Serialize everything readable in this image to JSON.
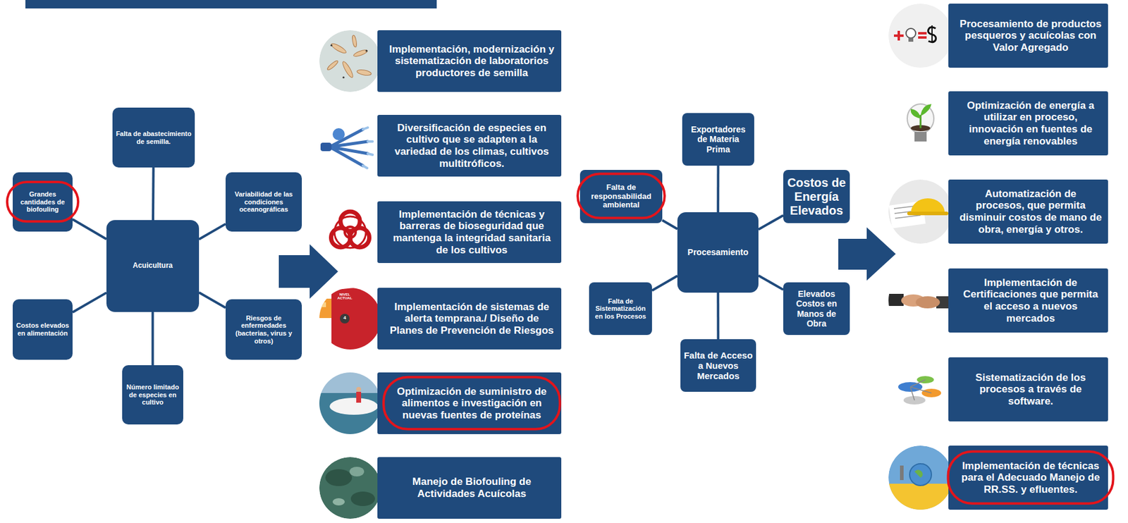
{
  "diagram": {
    "nodes": [
      {
        "text": [
          "Acuicultura"
        ]
      },
      {
        "text": [
          "Falta de abastecimiento de semilla."
        ]
      },
      {
        "text": [
          "Variabilidad de las condiciones oceanográficas"
        ]
      },
      {
        "text": [
          "Riesgos de enfermedades (bacterias, virus y otros)"
        ]
      },
      {
        "text": [
          "Número limitado de especies en cultivo"
        ]
      },
      {
        "text": [
          "Costos elevados en alimentación"
        ]
      },
      {
        "text": [
          "Grandes cantidades de biofouling"
        ]
      },
      {
        "text": [
          "Implementación, modernización y sistematización de laboratorios productores de semilla"
        ]
      },
      {
        "text": [
          "Diversificación de especies en cultivo que se adapten a la variedad de los climas, cultivos multitróficos."
        ]
      },
      {
        "text": [
          "Implementación de técnicas y barreras de bioseguridad que mantenga la integridad sanitaria de los cultivos"
        ]
      },
      {
        "text": [
          "Implementación de sistemas de alerta temprana./ Diseño de Planes de Prevención de Riesgos"
        ]
      },
      {
        "text": [
          "Optimización de suministro de alimentos e investigación en nuevas fuentes de proteínas"
        ]
      },
      {
        "text": [
          "Manejo de Biofouling de Actividades Acuícolas"
        ]
      },
      {
        "text": [
          "Procesamiento"
        ]
      },
      {
        "text": [
          "Exportadores de Materia Prima"
        ]
      },
      {
        "text": [
          "Costos de Energía Elevados"
        ]
      },
      {
        "text": [
          "Elevados Costos en Manos de Obra"
        ]
      },
      {
        "text": [
          "Falta de Acceso a Nuevos Mercados"
        ]
      },
      {
        "text": [
          "Falta de Sistematización en los Procesos"
        ]
      },
      {
        "text": [
          "Falta de responsabilidad ambiental"
        ]
      },
      {
        "text": [
          "Procesamiento de productos pesqueros y acuícolas con Valor Agregado"
        ]
      },
      {
        "text": [
          "Optimización de energía a utilizar en proceso, innovación en fuentes de energía renovables"
        ]
      },
      {
        "text": [
          "Automatización de procesos, que permita disminuir costos de mano de obra, energía y otros."
        ]
      },
      {
        "text": [
          "Implementación de Certificaciones que permita el acceso a nuevos mercados"
        ]
      },
      {
        "text": [
          "Sistematización de los procesos a través de software."
        ]
      },
      {
        "text": [
          "Implementación de técnicas para el Adecuado Manejo de RR.SS. y efluentes."
        ]
      }
    ],
    "edges": [
      {
        "from": 0,
        "to": 1,
        "arrow": "none"
      },
      {
        "from": 0,
        "to": 2,
        "arrow": "none"
      },
      {
        "from": 0,
        "to": 3,
        "arrow": "none"
      },
      {
        "from": 0,
        "to": 4,
        "arrow": "none"
      },
      {
        "from": 0,
        "to": 5,
        "arrow": "none"
      },
      {
        "from": 0,
        "to": 6,
        "arrow": "none"
      },
      {
        "from": 13,
        "to": 14,
        "arrow": "none"
      },
      {
        "from": 13,
        "to": 15,
        "arrow": "none"
      },
      {
        "from": 13,
        "to": 16,
        "arrow": "none"
      },
      {
        "from": 13,
        "to": 17,
        "arrow": "none"
      },
      {
        "from": 13,
        "to": 18,
        "arrow": "none"
      },
      {
        "from": 13,
        "to": 19,
        "arrow": "none"
      }
    ],
    "labels": [
      "NIVEL ACTUAL",
      "4"
    ]
  }
}
